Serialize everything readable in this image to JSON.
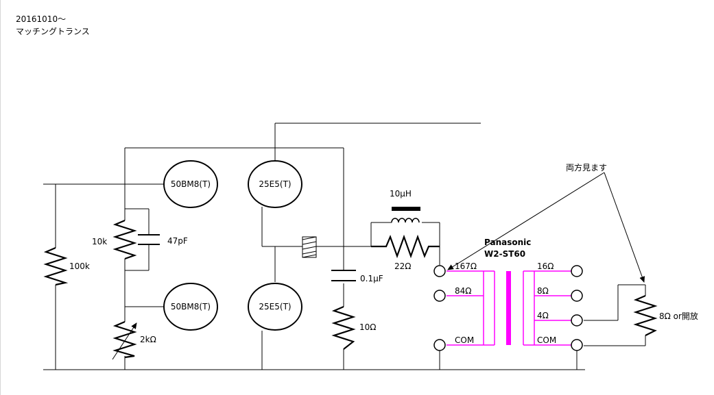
{
  "notes": {
    "date": "20161010〜",
    "title": "マッチングトランス"
  },
  "tubes": {
    "top_left": "50BM8(T)",
    "bottom_left": "50BM8(T)",
    "top_right": "25E5(T)",
    "bottom_right": "25E5(T)"
  },
  "components": {
    "r_100k": "100k",
    "r_10k": "10k",
    "c_47pf": "47pF",
    "vr_2k": "2kΩ",
    "c_01uf": "0.1μF",
    "r_10": "10Ω",
    "inductor": "10μH",
    "r_22": "22Ω",
    "load": "8Ω or開放"
  },
  "transformer": {
    "maker": "Panasonic",
    "model": "W2-ST60",
    "primary_taps": [
      "167Ω",
      "84Ω",
      "COM"
    ],
    "secondary_taps": [
      "16Ω",
      "8Ω",
      "4Ω",
      "COM"
    ]
  },
  "annotation": "両方見ます",
  "colors": {
    "wire": "#000000",
    "transformer_lines": "#ff00ff"
  }
}
